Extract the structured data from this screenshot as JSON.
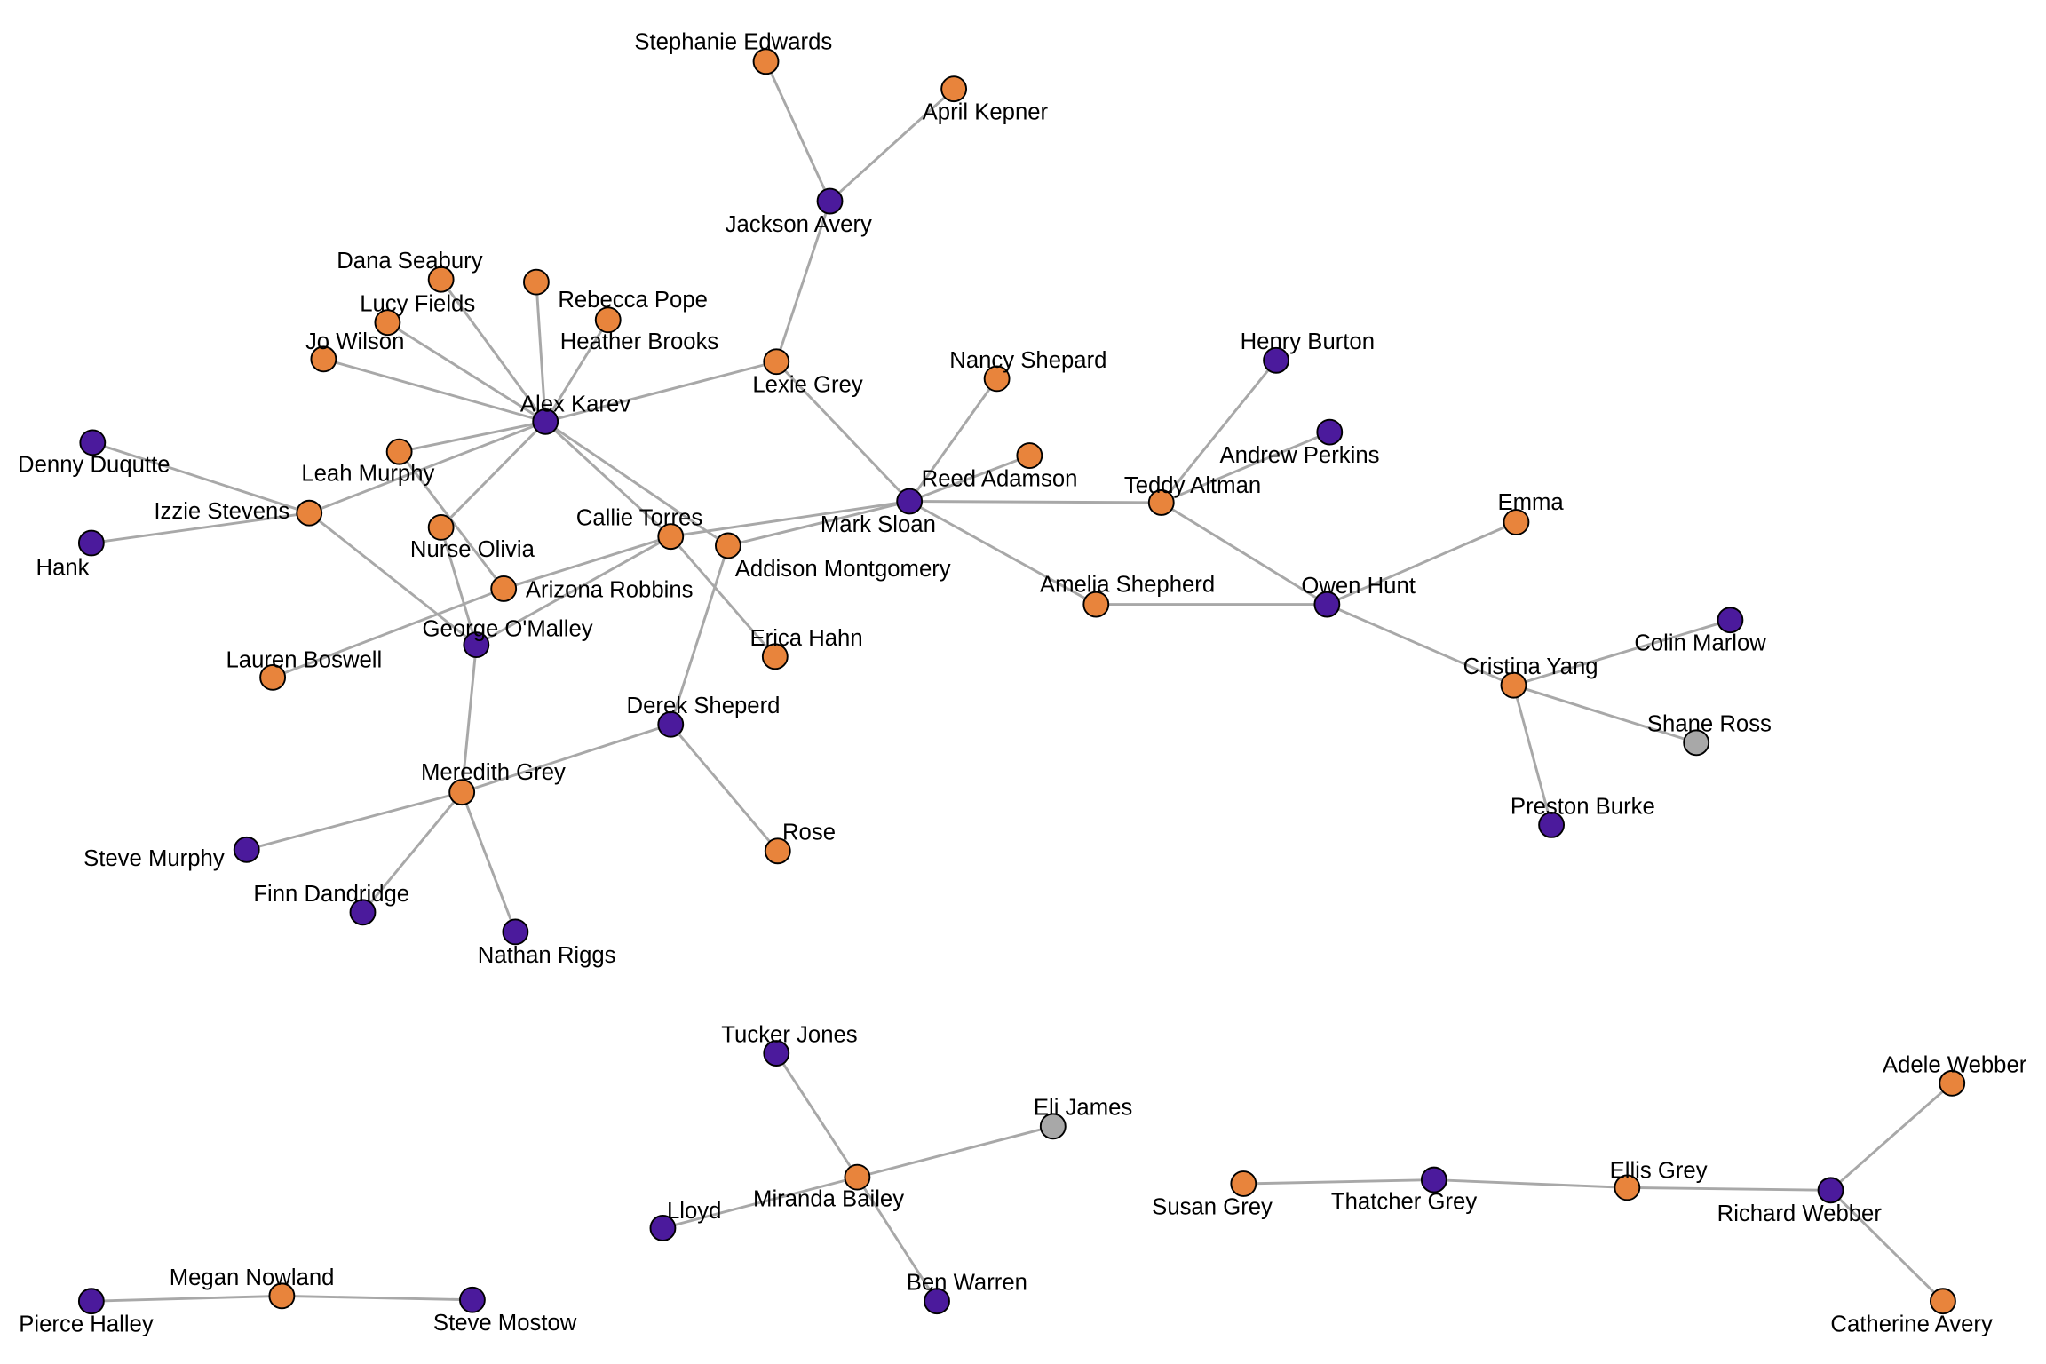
{
  "colors": {
    "female": "#e8843c",
    "male": "#4b1a9c",
    "unknown": "#a8a8a8",
    "edge": "#a8a8a8"
  },
  "nodes": [
    {
      "name": "Stephanie Edwards",
      "group": "female"
    },
    {
      "name": "April Kepner",
      "group": "female"
    },
    {
      "name": "Jackson Avery",
      "group": "male"
    },
    {
      "name": "Dana Seabury",
      "group": "female"
    },
    {
      "name": "Lucy Fields",
      "group": "female"
    },
    {
      "name": "Rebecca Pope",
      "group": "female"
    },
    {
      "name": "Jo Wilson",
      "group": "female"
    },
    {
      "name": "Heather Brooks",
      "group": "female"
    },
    {
      "name": "Alex Karev",
      "group": "male"
    },
    {
      "name": "Lexie Grey",
      "group": "female"
    },
    {
      "name": "Nancy Shepard",
      "group": "female"
    },
    {
      "name": "Henry Burton",
      "group": "male"
    },
    {
      "name": "Andrew Perkins",
      "group": "male"
    },
    {
      "name": "Reed Adamson",
      "group": "female"
    },
    {
      "name": "Teddy Altman",
      "group": "female"
    },
    {
      "name": "Denny Duqutte",
      "group": "male"
    },
    {
      "name": "Leah Murphy",
      "group": "female"
    },
    {
      "name": "Izzie Stevens",
      "group": "female"
    },
    {
      "name": "Hank",
      "group": "male"
    },
    {
      "name": "Callie Torres",
      "group": "female"
    },
    {
      "name": "Mark Sloan",
      "group": "male"
    },
    {
      "name": "Emma",
      "group": "female"
    },
    {
      "name": "Nurse Olivia",
      "group": "female"
    },
    {
      "name": "Addison Montgomery",
      "group": "female"
    },
    {
      "name": "Amelia Shepherd",
      "group": "female"
    },
    {
      "name": "Owen Hunt",
      "group": "male"
    },
    {
      "name": "Arizona Robbins",
      "group": "female"
    },
    {
      "name": "George O'Malley",
      "group": "male"
    },
    {
      "name": "Erica Hahn",
      "group": "female"
    },
    {
      "name": "Colin Marlow",
      "group": "male"
    },
    {
      "name": "Lauren Boswell",
      "group": "female"
    },
    {
      "name": "Cristina Yang",
      "group": "female"
    },
    {
      "name": "Derek Sheperd",
      "group": "male"
    },
    {
      "name": "Shane Ross",
      "group": "unknown"
    },
    {
      "name": "Meredith Grey",
      "group": "female"
    },
    {
      "name": "Preston Burke",
      "group": "male"
    },
    {
      "name": "Rose",
      "group": "female"
    },
    {
      "name": "Steve Murphy",
      "group": "male"
    },
    {
      "name": "Finn Dandridge",
      "group": "male"
    },
    {
      "name": "Nathan Riggs",
      "group": "male"
    },
    {
      "name": "Tucker Jones",
      "group": "male"
    },
    {
      "name": "Eli James",
      "group": "unknown"
    },
    {
      "name": "Adele Webber",
      "group": "female"
    },
    {
      "name": "Ellis Grey",
      "group": "female"
    },
    {
      "name": "Miranda Bailey",
      "group": "female"
    },
    {
      "name": "Lloyd",
      "group": "male"
    },
    {
      "name": "Susan Grey",
      "group": "female"
    },
    {
      "name": "Thatcher Grey",
      "group": "male"
    },
    {
      "name": "Richard Webber",
      "group": "male"
    },
    {
      "name": "Megan Nowland",
      "group": "female"
    },
    {
      "name": "Ben Warren",
      "group": "male"
    },
    {
      "name": "Pierce Halley",
      "group": "male"
    },
    {
      "name": "Steve Mostow",
      "group": "male"
    },
    {
      "name": "Catherine Avery",
      "group": "female"
    }
  ],
  "edges": [
    [
      "Jackson Avery",
      "Stephanie Edwards"
    ],
    [
      "Jackson Avery",
      "April Kepner"
    ],
    [
      "Jackson Avery",
      "Lexie Grey"
    ],
    [
      "Alex Karev",
      "Dana Seabury"
    ],
    [
      "Alex Karev",
      "Lucy Fields"
    ],
    [
      "Alex Karev",
      "Rebecca Pope"
    ],
    [
      "Alex Karev",
      "Jo Wilson"
    ],
    [
      "Alex Karev",
      "Heather Brooks"
    ],
    [
      "Alex Karev",
      "Lexie Grey"
    ],
    [
      "Alex Karev",
      "Leah Murphy"
    ],
    [
      "Alex Karev",
      "Izzie Stevens"
    ],
    [
      "Alex Karev",
      "Nurse Olivia"
    ],
    [
      "Alex Karev",
      "Callie Torres"
    ],
    [
      "Alex Karev",
      "Addison Montgomery"
    ],
    [
      "Leah Murphy",
      "Arizona Robbins"
    ],
    [
      "Nurse Olivia",
      "George O'Malley"
    ],
    [
      "Izzie Stevens",
      "Denny Duqutte"
    ],
    [
      "Izzie Stevens",
      "Hank"
    ],
    [
      "Izzie Stevens",
      "George O'Malley"
    ],
    [
      "Arizona Robbins",
      "Callie Torres"
    ],
    [
      "Arizona Robbins",
      "Lauren Boswell"
    ],
    [
      "Callie Torres",
      "George O'Malley"
    ],
    [
      "Callie Torres",
      "Erica Hahn"
    ],
    [
      "Callie Torres",
      "Mark Sloan"
    ],
    [
      "Addison Montgomery",
      "Mark Sloan"
    ],
    [
      "Addison Montgomery",
      "Derek Sheperd"
    ],
    [
      "Lexie Grey",
      "Mark Sloan"
    ],
    [
      "Mark Sloan",
      "Nancy Shepard"
    ],
    [
      "Mark Sloan",
      "Reed Adamson"
    ],
    [
      "Mark Sloan",
      "Teddy Altman"
    ],
    [
      "Mark Sloan",
      "Amelia Shepherd"
    ],
    [
      "Teddy Altman",
      "Henry Burton"
    ],
    [
      "Teddy Altman",
      "Andrew Perkins"
    ],
    [
      "Teddy Altman",
      "Owen Hunt"
    ],
    [
      "Owen Hunt",
      "Amelia Shepherd"
    ],
    [
      "Owen Hunt",
      "Emma"
    ],
    [
      "Owen Hunt",
      "Cristina Yang"
    ],
    [
      "Cristina Yang",
      "Colin Marlow"
    ],
    [
      "Cristina Yang",
      "Shane Ross"
    ],
    [
      "Cristina Yang",
      "Preston Burke"
    ],
    [
      "Derek Sheperd",
      "Meredith Grey"
    ],
    [
      "Derek Sheperd",
      "Rose"
    ],
    [
      "Meredith Grey",
      "George O'Malley"
    ],
    [
      "Meredith Grey",
      "Steve Murphy"
    ],
    [
      "Meredith Grey",
      "Finn Dandridge"
    ],
    [
      "Meredith Grey",
      "Nathan Riggs"
    ],
    [
      "Miranda Bailey",
      "Tucker Jones"
    ],
    [
      "Miranda Bailey",
      "Eli James"
    ],
    [
      "Miranda Bailey",
      "Lloyd"
    ],
    [
      "Miranda Bailey",
      "Ben Warren"
    ],
    [
      "Susan Grey",
      "Thatcher Grey"
    ],
    [
      "Thatcher Grey",
      "Ellis Grey"
    ],
    [
      "Ellis Grey",
      "Richard Webber"
    ],
    [
      "Richard Webber",
      "Adele Webber"
    ],
    [
      "Richard Webber",
      "Catherine Avery"
    ],
    [
      "Megan Nowland",
      "Pierce Halley"
    ],
    [
      "Megan Nowland",
      "Steve Mostow"
    ]
  ]
}
